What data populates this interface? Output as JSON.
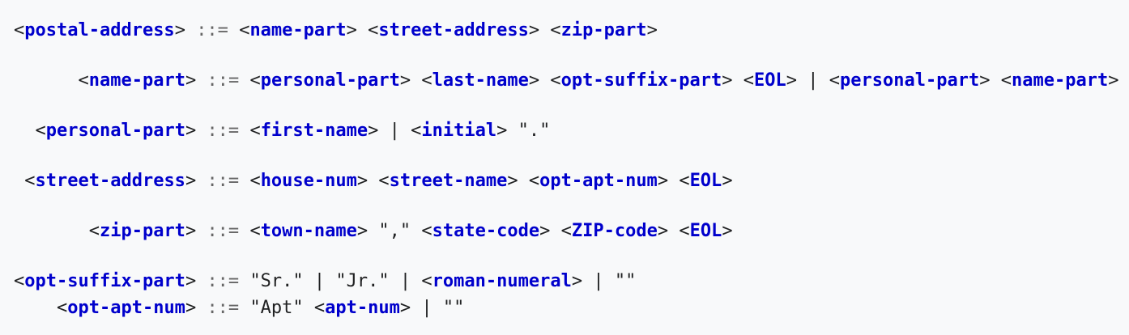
{
  "rules": [
    {
      "indent": "",
      "lhs": "postal-address",
      "rhs": [
        {
          "t": "nt",
          "v": "name-part"
        },
        {
          "t": "nt",
          "v": "street-address"
        },
        {
          "t": "nt",
          "v": "zip-part"
        }
      ]
    },
    {
      "indent": "      ",
      "lhs": "name-part",
      "rhs": [
        {
          "t": "nt",
          "v": "personal-part"
        },
        {
          "t": "nt",
          "v": "last-name"
        },
        {
          "t": "nt",
          "v": "opt-suffix-part"
        },
        {
          "t": "nt",
          "v": "EOL"
        },
        {
          "t": "bar",
          "v": "|"
        },
        {
          "t": "nt",
          "v": "personal-part"
        },
        {
          "t": "nt",
          "v": "name-part"
        }
      ]
    },
    {
      "indent": "  ",
      "lhs": "personal-part",
      "rhs": [
        {
          "t": "nt",
          "v": "first-name"
        },
        {
          "t": "bar",
          "v": "|"
        },
        {
          "t": "nt",
          "v": "initial"
        },
        {
          "t": "str",
          "v": "\".\""
        }
      ]
    },
    {
      "indent": " ",
      "lhs": "street-address",
      "rhs": [
        {
          "t": "nt",
          "v": "house-num"
        },
        {
          "t": "nt",
          "v": "street-name"
        },
        {
          "t": "nt",
          "v": "opt-apt-num"
        },
        {
          "t": "nt",
          "v": "EOL"
        }
      ]
    },
    {
      "indent": "       ",
      "lhs": "zip-part",
      "rhs": [
        {
          "t": "nt",
          "v": "town-name"
        },
        {
          "t": "str",
          "v": "\",\""
        },
        {
          "t": "nt",
          "v": "state-code"
        },
        {
          "t": "nt",
          "v": "ZIP-code"
        },
        {
          "t": "nt",
          "v": "EOL"
        }
      ]
    },
    {
      "indent": "",
      "lhs": "opt-suffix-part",
      "rhs": [
        {
          "t": "str",
          "v": "\"Sr.\""
        },
        {
          "t": "bar",
          "v": "|"
        },
        {
          "t": "str",
          "v": "\"Jr.\""
        },
        {
          "t": "bar",
          "v": "|"
        },
        {
          "t": "nt",
          "v": "roman-numeral"
        },
        {
          "t": "bar",
          "v": "|"
        },
        {
          "t": "str",
          "v": "\"\""
        }
      ]
    },
    {
      "indent": "    ",
      "lhs": "opt-apt-num",
      "rhs": [
        {
          "t": "str",
          "v": "\"Apt\""
        },
        {
          "t": "nt",
          "v": "apt-num"
        },
        {
          "t": "bar",
          "v": "|"
        },
        {
          "t": "str",
          "v": "\"\""
        }
      ]
    }
  ],
  "operator": "::=",
  "colors": {
    "background": "#f8f9fa",
    "text": "#202122",
    "nonterminal": "#0000cc",
    "operator": "#666666"
  }
}
